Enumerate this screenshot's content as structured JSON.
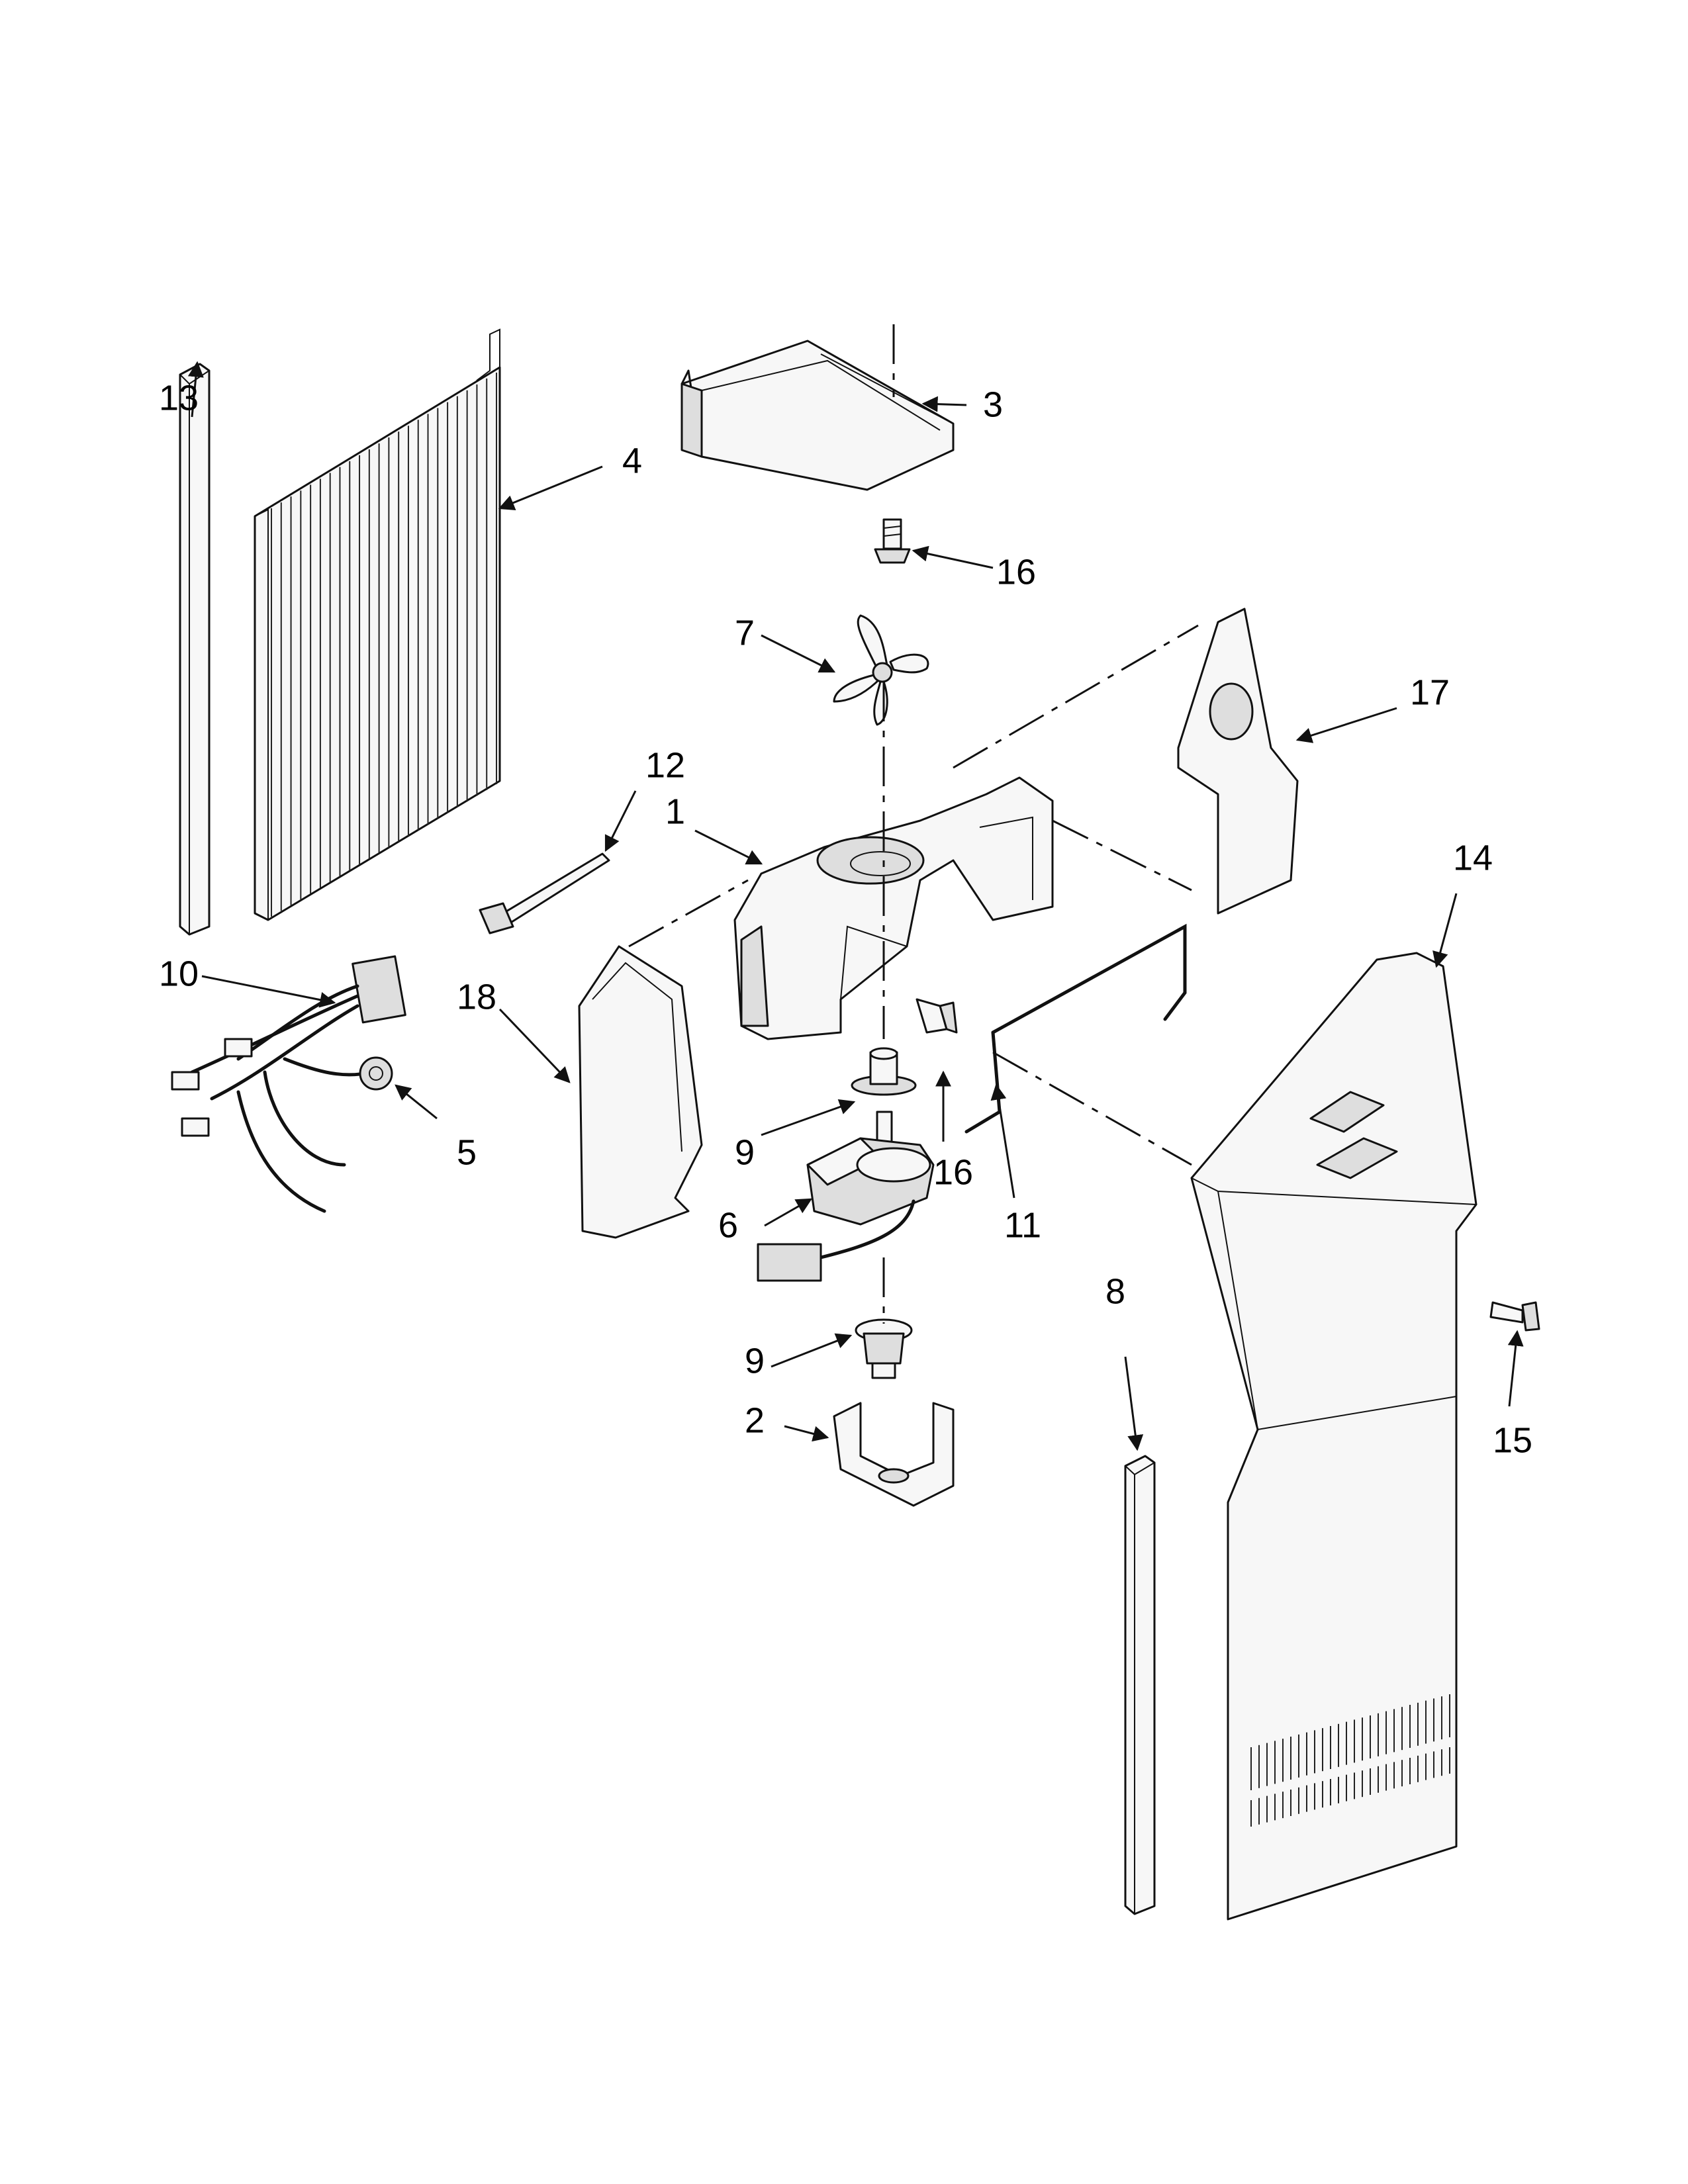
{
  "diagram": {
    "callouts": [
      "1",
      "2",
      "3",
      "4",
      "5",
      "6",
      "7",
      "8",
      "9",
      "9",
      "10",
      "11",
      "12",
      "13",
      "14",
      "15",
      "16",
      "16",
      "17",
      "18"
    ]
  },
  "colors": {
    "line": "#111111",
    "fill": "#f7f7f7",
    "shade": "#dedede",
    "background": "#ffffff"
  }
}
